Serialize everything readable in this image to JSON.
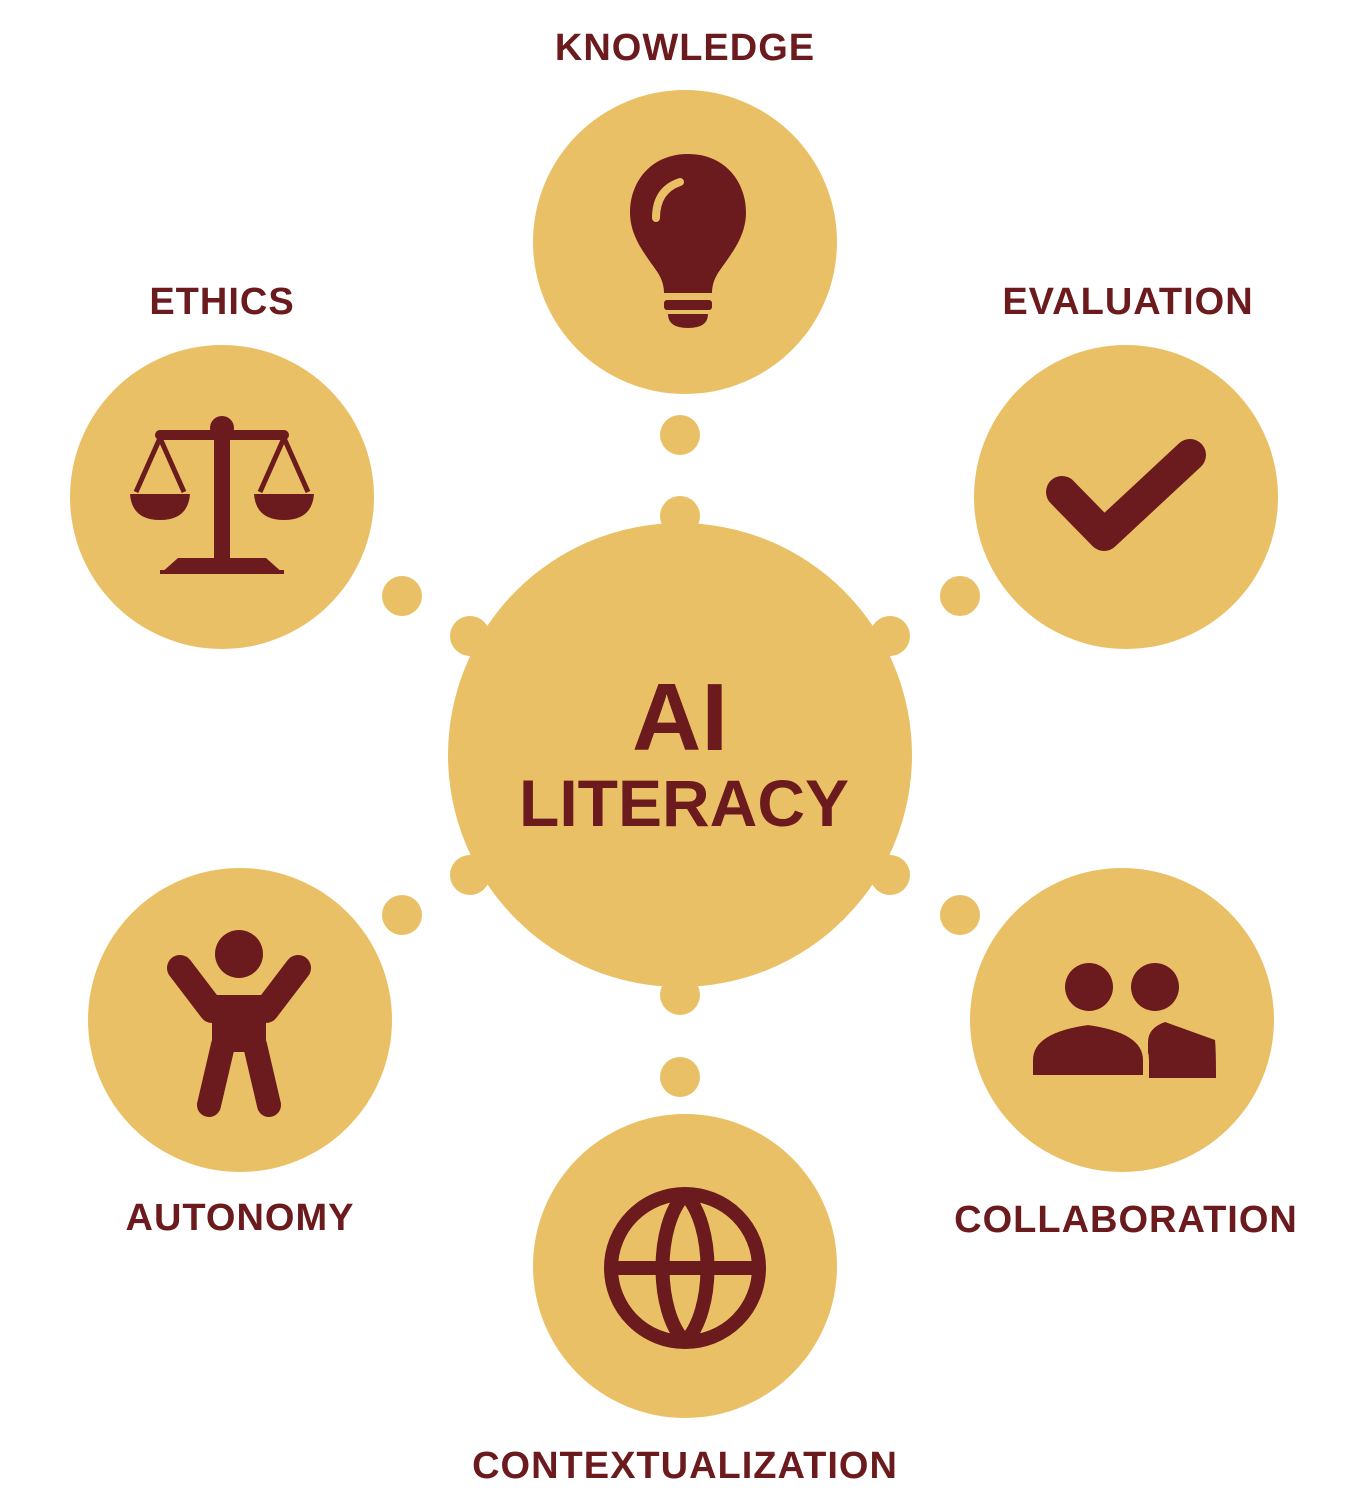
{
  "colors": {
    "circle": "#EAC066",
    "icon": "#6B1A1D",
    "text": "#6B1A1D",
    "background": "#FFFFFF"
  },
  "center": {
    "line1": "AI",
    "line2": "LITERACY"
  },
  "nodes": [
    {
      "id": "knowledge",
      "label": "KNOWLEDGE",
      "icon": "lightbulb-icon"
    },
    {
      "id": "evaluation",
      "label": "EVALUATION",
      "icon": "checkmark-icon"
    },
    {
      "id": "collaboration",
      "label": "COLLABORATION",
      "icon": "people-icon"
    },
    {
      "id": "contextualization",
      "label": "CONTEXTUALIZATION",
      "icon": "globe-icon"
    },
    {
      "id": "autonomy",
      "label": "AUTONOMY",
      "icon": "person-arms-raised-icon"
    },
    {
      "id": "ethics",
      "label": "ETHICS",
      "icon": "scales-icon"
    }
  ]
}
